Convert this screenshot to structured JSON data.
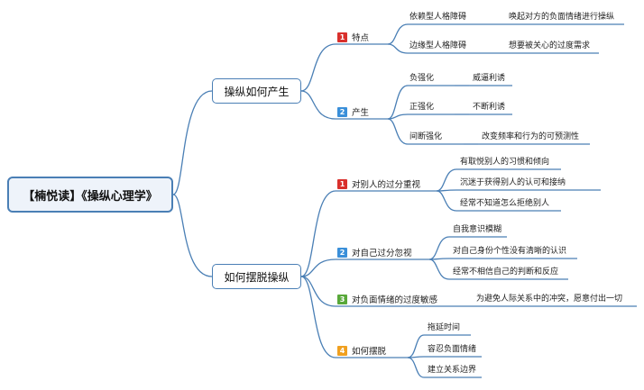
{
  "root": "【楠悦读】《操纵心理学》",
  "branches": [
    {
      "label": "操纵如何产生",
      "children": [
        {
          "label": "特点",
          "badge": "1",
          "children": [
            {
              "label": "依赖型人格障碍",
              "detail": "唤起对方的负面情绪进行操纵"
            },
            {
              "label": "边缘型人格障碍",
              "detail": "想要被关心的过度需求"
            }
          ]
        },
        {
          "label": "产生",
          "badge": "2",
          "children": [
            {
              "label": "负强化",
              "detail": "威逼利诱"
            },
            {
              "label": "正强化",
              "detail": "不断利诱"
            },
            {
              "label": "间断强化",
              "detail": "改变频率和行为的可预测性"
            }
          ]
        }
      ]
    },
    {
      "label": "如何摆脱操纵",
      "children": [
        {
          "label": "对别人的过分重视",
          "badge": "1",
          "children": [
            {
              "label": "有取悦别人的习惯和倾向"
            },
            {
              "label": "沉迷于获得别人的认可和接纳"
            },
            {
              "label": "经常不知道怎么拒绝别人"
            }
          ]
        },
        {
          "label": "对自己过分忽视",
          "badge": "2",
          "children": [
            {
              "label": "自我意识模糊"
            },
            {
              "label": "对自己身份个性没有清晰的认识"
            },
            {
              "label": "经常不相信自己的判断和反应"
            }
          ]
        },
        {
          "label": "对负面情绪的过度敏感",
          "badge": "3",
          "children": [
            {
              "label": "为避免人际关系中的冲突，愿意付出一切"
            }
          ]
        },
        {
          "label": "如何摆脱",
          "badge": "4",
          "children": [
            {
              "label": "拖延时间"
            },
            {
              "label": "容忍负面情绪"
            },
            {
              "label": "建立关系边界"
            }
          ]
        }
      ]
    }
  ],
  "colors": {
    "line": "#4a7fb5",
    "badge1": "#d9302c",
    "badge2": "#3a8fd9",
    "badge3": "#58a83a",
    "badge4": "#f0a020"
  }
}
